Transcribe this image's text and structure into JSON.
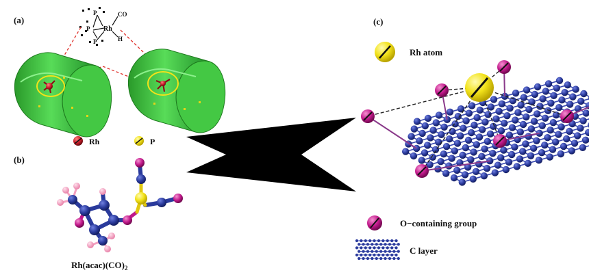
{
  "panels": {
    "a": {
      "label": "(a)"
    },
    "b": {
      "label": "(b)"
    },
    "c": {
      "label": "(c)"
    }
  },
  "complex": {
    "co": "CO",
    "h": "H",
    "rh": "Rh",
    "p": "P"
  },
  "legend_ab": {
    "rh": "Rh",
    "p": "P"
  },
  "molecule": {
    "name_main": "Rh(acac)(CO)",
    "name_sub": "2"
  },
  "legend_c": {
    "rh_atom": "Rh atom",
    "o_group": "O−containing group",
    "c_layer": "C layer"
  },
  "colors": {
    "nanotube_green": "#3cc43c",
    "nanotube_dark": "#1e8a1e",
    "rh_red": "#c81e2a",
    "p_yellow": "#f2e21a",
    "o_magenta": "#c0188a",
    "carbon_blue": "#2a3a9c",
    "h_pink": "#f4a0c0",
    "arrow": "#000000",
    "dash_red": "#e0302a"
  }
}
